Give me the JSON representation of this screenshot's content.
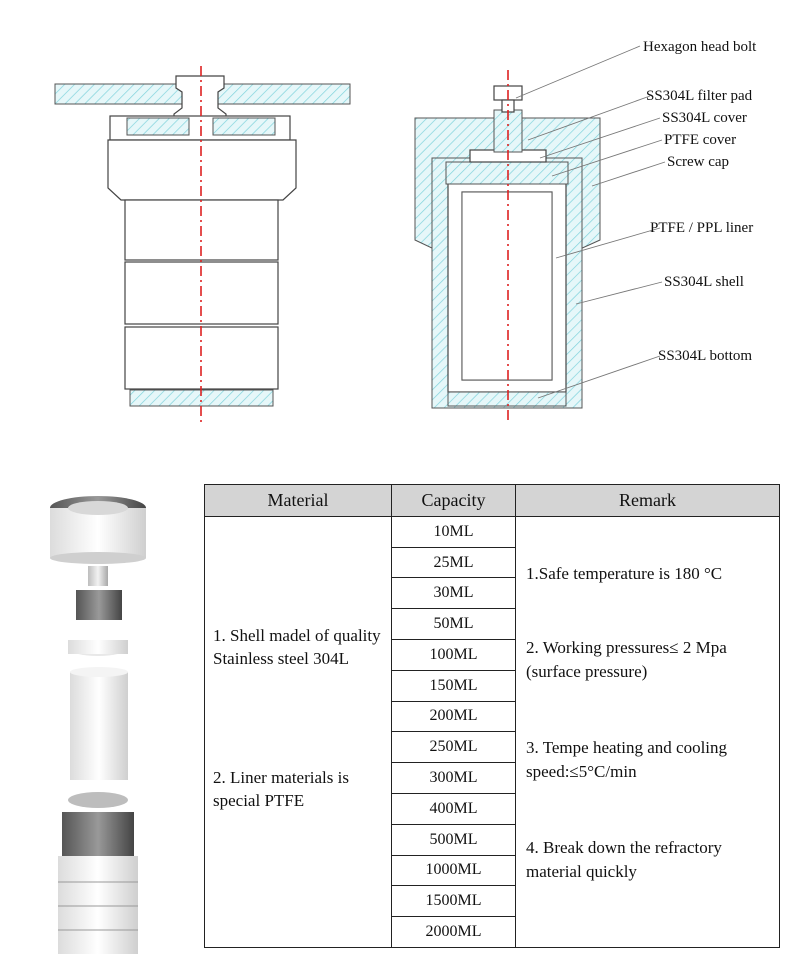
{
  "diagram": {
    "labels": [
      "Hexagon head bolt",
      "SS304L filter pad",
      "SS304L cover",
      "PTFE cover",
      "Screw cap",
      "PTFE / PPL liner",
      "SS304L shell",
      "SS304L bottom"
    ]
  },
  "table": {
    "headers": [
      "Material",
      "Capacity",
      "Remark"
    ],
    "capacities": [
      "10ML",
      "25ML",
      "30ML",
      "50ML",
      "100ML",
      "150ML",
      "200ML",
      "250ML",
      "300ML",
      "400ML",
      "500ML",
      "1000ML",
      "1500ML",
      "2000ML"
    ],
    "material_notes": [
      "1. Shell madel of quality Stainless steel 304L",
      "2. Liner materials is special PTFE"
    ],
    "remarks": [
      "1.Safe temperature is 180 °C",
      "2. Working pressures≤ 2 Mpa (surface pressure)",
      "3. Tempe heating and cooling speed:≤5°C/min",
      "4. Break down the refractory material quickly"
    ]
  },
  "colors": {
    "hatch": "#7fd3dc",
    "centerline": "#dd2222",
    "header_bg": "#d4d4d4"
  }
}
